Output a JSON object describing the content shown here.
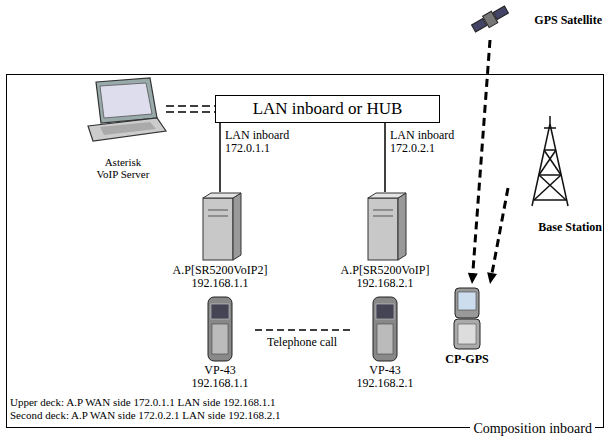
{
  "diagram": {
    "nodes": [
      {
        "text": [
          "Composition inboard"
        ]
      },
      {
        "text": [
          "Asterisk VoIP Server"
        ],
        "in": 0
      },
      {
        "text": [
          "LAN inboard or HUB"
        ],
        "in": 0
      },
      {
        "text": [
          "A.P[SR5200VoIP2]",
          "192.168.1.1"
        ],
        "in": 0
      },
      {
        "text": [
          "A.P[SR5200VoIP]",
          "192.168.2.1"
        ],
        "in": 0
      },
      {
        "text": [
          "VP-43",
          "192.168.1.1"
        ],
        "in": 0
      },
      {
        "text": [
          "VP-43",
          "192.168.2.1"
        ],
        "in": 0
      },
      {
        "text": [
          "GPS Satellite"
        ]
      },
      {
        "text": [
          "CP-GPS"
        ],
        "in": 0
      },
      {
        "text": [
          "Base Station"
        ],
        "in": 0
      }
    ],
    "edges": [
      {
        "from": 1,
        "to": 2,
        "arrow": "none"
      },
      {
        "from": 2,
        "to": 3,
        "label": "LAN inboard 172.0.1.1",
        "arrow": "none"
      },
      {
        "from": 2,
        "to": 4,
        "label": "LAN inboard 172.0.2.1",
        "arrow": "none"
      },
      {
        "from": 5,
        "to": 6,
        "label": "Telephone call",
        "arrow": "none"
      },
      {
        "from": 7,
        "to": 8,
        "arrow": "to"
      },
      {
        "from": 9,
        "to": 8,
        "arrow": "to"
      }
    ],
    "labels": [
      "Upper deck: A.P WAN side 172.0.1.1 LAN side 192.168.1.1",
      "Second deck: A.P WAN side 172.0.2.1 LAN side 192.168.2.1"
    ]
  }
}
